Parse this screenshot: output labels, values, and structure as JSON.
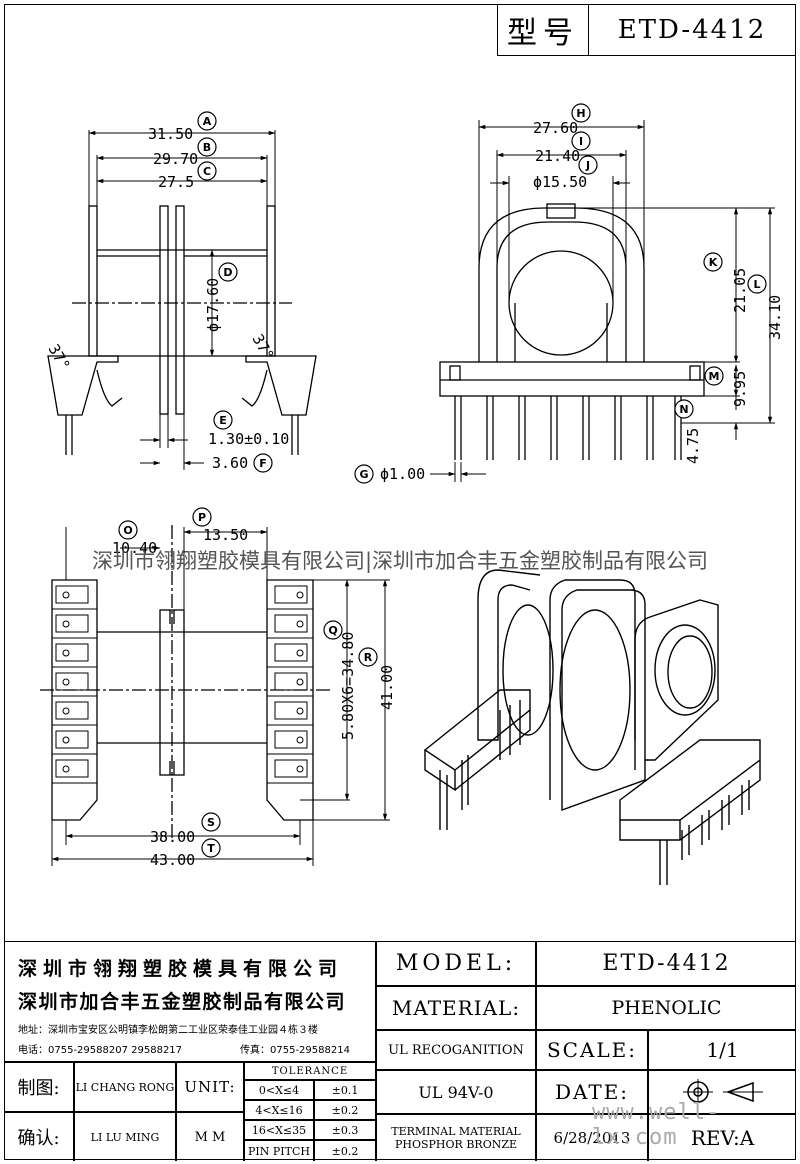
{
  "header": {
    "model_label": "型号",
    "model_value": "ETD-4412"
  },
  "dimensions": {
    "A": "31.50",
    "B": "29.70",
    "C": "27.5",
    "D": "ϕ17.60",
    "E": "1.30±0.10",
    "F": "3.60",
    "angle": "37°",
    "H": "27.60",
    "I": "21.40",
    "J": "ϕ15.50",
    "K": "21.05",
    "L": "34.10",
    "M": "9.95",
    "N": "4.75",
    "G": "ϕ1.00",
    "O": "10.40",
    "P": "13.50",
    "Q": "5.80X6=34.80",
    "R": "41.00",
    "S": "38.00",
    "T": "43.00"
  },
  "letters": [
    "A",
    "B",
    "C",
    "D",
    "E",
    "F",
    "G",
    "H",
    "I",
    "J",
    "K",
    "L",
    "M",
    "N",
    "O",
    "P",
    "Q",
    "R",
    "S",
    "T"
  ],
  "watermark": "深圳市翎翔塑胶模具有限公司|深圳市加合丰五金塑胶制品有限公司",
  "title_block": {
    "company1": "深圳市翎翔塑胶模具有限公司",
    "company2": "深圳市加合丰五金塑胶制品有限公司",
    "address": "地址：深圳市宝安区公明镇李松朗第二工业区荣泰佳工业园４栋３楼",
    "phone": "电话：0755-29588207  29588217",
    "fax": "传真：0755-29588214",
    "model_label": "MODEL:",
    "model_value": "ETD-4412",
    "material_label": "MATERIAL:",
    "material_value": "PHENOLIC",
    "ul_label": "UL RECOGANITION",
    "ul_value": "UL 94V-0",
    "scale_label": "SCALE:",
    "scale_value": "1/1",
    "date_label": "DATE:",
    "date_value": "6/28/2013",
    "terminal_label1": "TERMINAL MATERIAL",
    "terminal_label2": "PHOSPHOR  BRONZE",
    "rev": "REV:A",
    "drawn_label": "制图:",
    "drawn_name": "LI CHANG RONG",
    "check_label": "确认:",
    "check_name": "LI LU MING",
    "unit_label": "UNIT:",
    "unit_value": "M M",
    "tolerance_title": "TOLERANCE",
    "tol1_range": "0<X≤4",
    "tol1_value": "±0.1",
    "tol2_range": "4<X≤16",
    "tol2_value": "±0.2",
    "tol3_range": "16<X≤35",
    "tol3_value": "±0.3",
    "tol4_range": "PIN PITCH",
    "tol4_value": "±0.2",
    "site_watermark": "www.well-lx.com"
  }
}
